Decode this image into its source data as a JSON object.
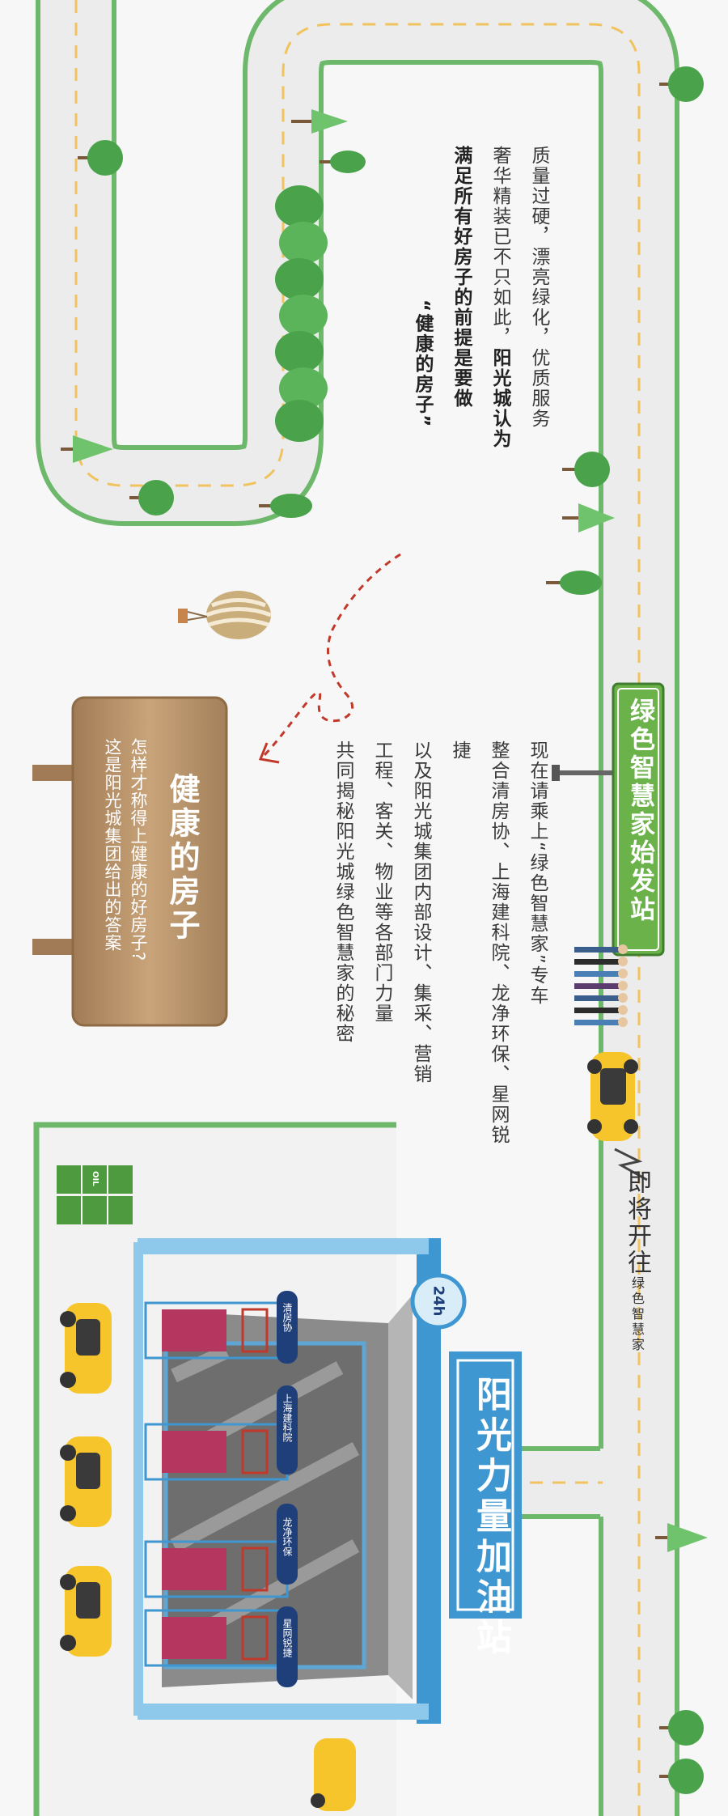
{
  "intro": {
    "line1": "质量过硬，漂亮绿化，优质服务",
    "line2a": "奢华精装已不只如此，",
    "line2b": "阳光城认为",
    "line3": "满足所有好房子的前提是要做",
    "line4": "“健康的房子”"
  },
  "sign": {
    "title": "健康的房子",
    "sub1": "怎样才称得上健康的好房子?",
    "sub2": "这是阳光城集团给出的答案"
  },
  "station_sign": {
    "label": "绿色智慧家始发站"
  },
  "body": {
    "line1": "现在请乘上“绿色智慧家”专车",
    "line2": "整合清房协、上海建科院、龙净环保、星网锐捷",
    "line3": "以及阳光城集团内部设计、集采、营销",
    "line4": "工程、客关、物业等各部门力量",
    "line5": "共同揭秘阳光城绿色智慧家的秘密"
  },
  "departure": {
    "main": "即将开往",
    "dest": "绿色智慧家"
  },
  "gas_station": {
    "name": "阳光力量加油站",
    "hours": "24h",
    "pumps": [
      "清房协",
      "上海建科院",
      "龙净环保",
      "星网锐捷"
    ],
    "oil_label": "OIL"
  },
  "colors": {
    "road": "#ececec",
    "road_edge": "#6db86b",
    "dash": "#f1c35e",
    "tree": "#4aa34a",
    "sign_green": "#6cb24b",
    "station_blue": "#3f97d2",
    "car_yellow": "#f6c42b",
    "wood": "#b08961"
  }
}
